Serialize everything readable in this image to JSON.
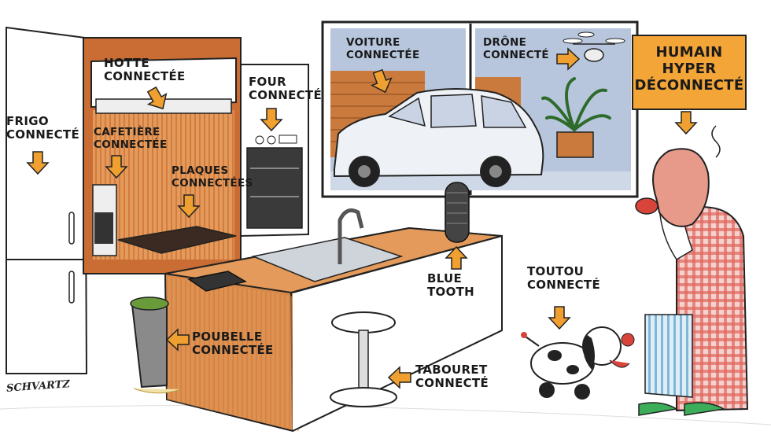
{
  "labels": {
    "hotte": "HOTTE\nCONNECTÉE",
    "frigo": "FRIGO\nCONNECTÉ",
    "cafetiere": "CAFETIÈRE\nCONNECTÉE",
    "plaques": "PLAQUES\nCONNECTÉES",
    "four": "FOUR\nCONNECTÉ",
    "voiture": "VOITURE\nCONNECTÉE",
    "drone": "DRÔNE\nCONNECTÉ",
    "humain": "HUMAIN\nHYPER\nDÉCONNECTÉ",
    "bluetooth": "BLUE\nTOOTH",
    "toutou": "TOUTOU\nCONNECTÉ",
    "poubelle": "POUBELLE\nCONNECTÉE",
    "tabouret": "TABOURET\nCONNECTÉ"
  },
  "signature": "SCHVARTZ",
  "colors": {
    "wood": "#d98a4a",
    "wood_dark": "#b9652f",
    "arrow": "#f0a030",
    "sky": "#b7c6dc",
    "box": "#f3a538",
    "robe": "#d9443a",
    "skin": "#e89a8a"
  }
}
